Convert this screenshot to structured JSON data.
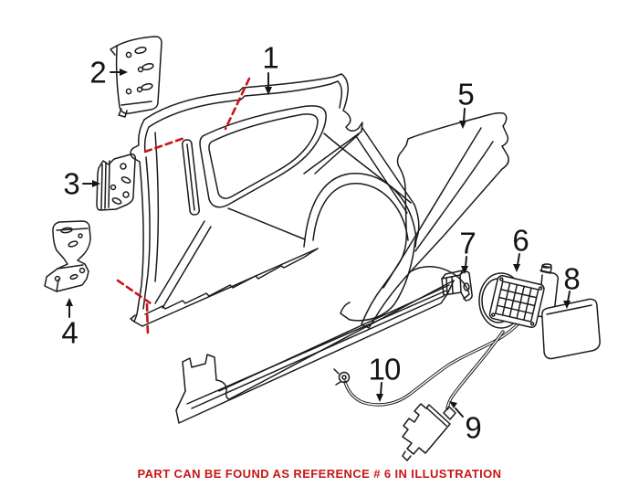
{
  "figure": {
    "background": "#ffffff",
    "line_color": "#1b1b1b",
    "callout_color": "#141414",
    "highlight_color": "#c81616"
  },
  "callouts": [
    {
      "label": "1"
    },
    {
      "label": "2"
    },
    {
      "label": "3"
    },
    {
      "label": "4"
    },
    {
      "label": "5"
    },
    {
      "label": "6"
    },
    {
      "label": "7"
    },
    {
      "label": "8"
    },
    {
      "label": "9"
    },
    {
      "label": "10"
    }
  ],
  "caption": {
    "text": "PART CAN BE FOUND AS REFERENCE # 6 IN ILLUSTRATION",
    "color": "#c81616"
  }
}
